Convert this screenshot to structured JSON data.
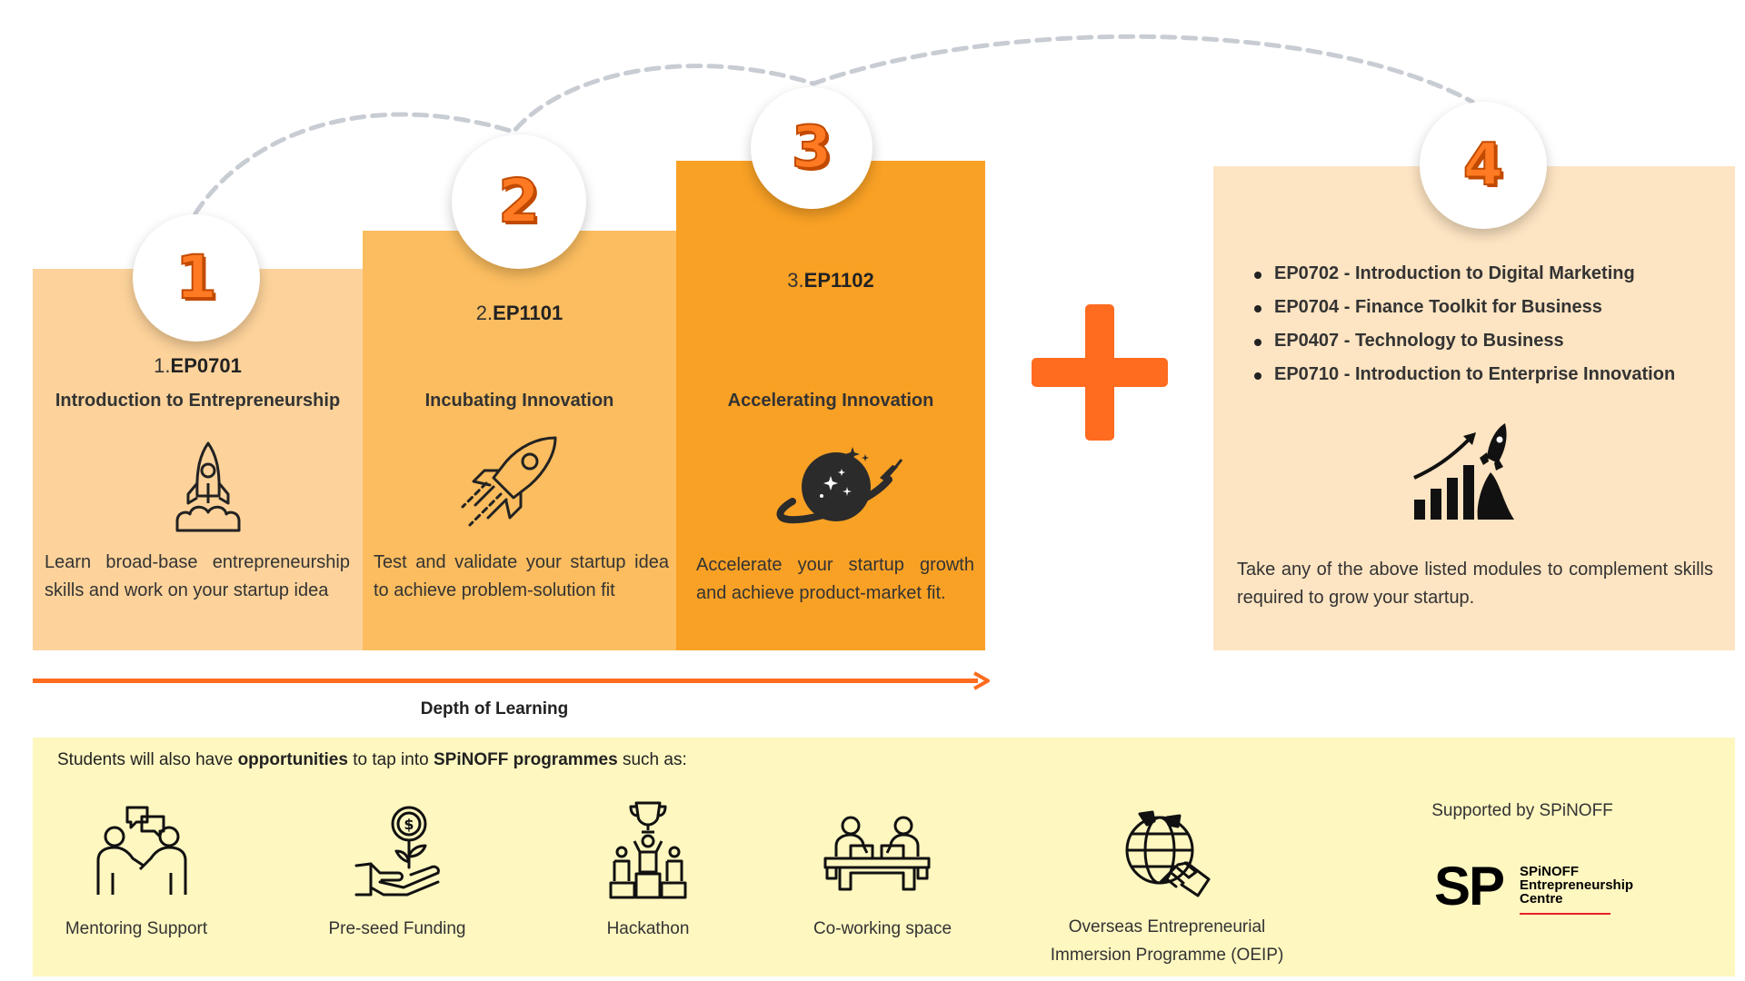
{
  "steps": [
    {
      "number": "1",
      "prefix": "1.",
      "code": "EP0701",
      "title": "Introduction to Entrepreneurship",
      "description": "Learn broad-base entrepreneurship skills and work on your startup idea"
    },
    {
      "number": "2",
      "prefix": "2.",
      "code": "EP1101",
      "title": "Incubating Innovation",
      "description": "Test and validate your startup idea to achieve problem-solution fit"
    },
    {
      "number": "3",
      "prefix": "3.",
      "code": "EP1102",
      "title": "Accelerating Innovation",
      "description": "Accelerate your startup growth and achieve product-market fit."
    }
  ],
  "step4": {
    "number": "4",
    "modules": [
      "EP0702 - Introduction to Digital Marketing",
      "EP0704 - Finance Toolkit for Business",
      "EP0407 - Technology to Business",
      "EP0710 - Introduction to Enterprise Innovation"
    ],
    "description": "Take any of the above listed modules to complement skills required to grow your startup."
  },
  "axis_label": "Depth of Learning",
  "programmes": {
    "intro": {
      "p1": "Students will also have ",
      "b1": "opportunities",
      "p2": " to tap into ",
      "b2": "SPiNOFF programmes",
      "p3": " such as:"
    },
    "items": [
      {
        "label": "Mentoring Support",
        "icon": "mentoring-icon"
      },
      {
        "label": "Pre-seed Funding",
        "icon": "funding-icon"
      },
      {
        "label": "Hackathon",
        "icon": "hackathon-icon"
      },
      {
        "label": "Co-working space",
        "icon": "coworking-icon"
      },
      {
        "label_line1": "Overseas Entrepreneurial",
        "label_line2": "Immersion Programme (OEIP)",
        "icon": "globe-handshake-icon"
      }
    ]
  },
  "supported_by": "Supported by SPiNOFF",
  "logo": {
    "letters": "SP",
    "line1": "SPiNOFF",
    "line2": "Entrepreneurship",
    "line3": "Centre"
  },
  "colors": {
    "accent": "#FF7A22",
    "step1": "#FDD39B",
    "step2": "#FBBD5F",
    "step3": "#F9A125",
    "step4": "#FDE4C2",
    "bottom": "#FEF7C0"
  }
}
